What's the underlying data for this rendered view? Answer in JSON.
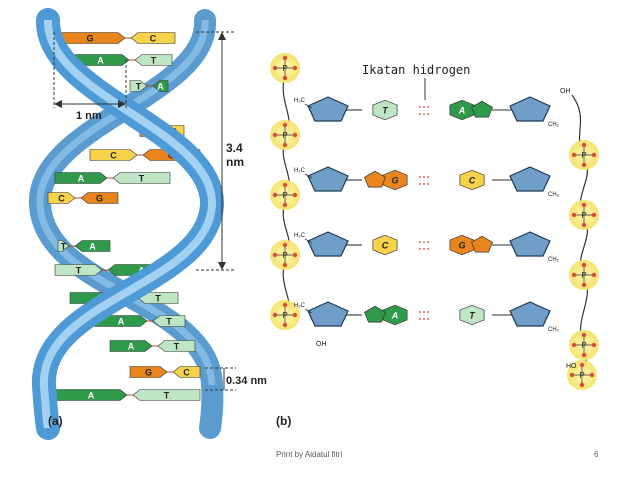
{
  "panel_a": {
    "label": "(a)",
    "width_label": "1 nm",
    "pitch_label_top": "3.4",
    "pitch_label_bottom": "nm",
    "rise_label": "0.34 nm",
    "pairs": [
      {
        "left": "G",
        "right": "C"
      },
      {
        "left": "A",
        "right": "T"
      },
      {
        "left": "T",
        "right": "A"
      },
      {
        "left": "G",
        "right": "C"
      },
      {
        "left": "C",
        "right": "G"
      },
      {
        "left": "A",
        "right": "T"
      },
      {
        "left": "C",
        "right": "G"
      },
      {
        "left": "T",
        "right": "A"
      },
      {
        "left": "T",
        "right": "A"
      },
      {
        "left": "A",
        "right": "T"
      },
      {
        "left": "A",
        "right": "T"
      },
      {
        "left": "A",
        "right": "T"
      },
      {
        "left": "G",
        "right": "C"
      },
      {
        "left": "A",
        "right": "T"
      }
    ]
  },
  "panel_b": {
    "label": "(b)",
    "hbond_label": "Ikatan hidrogen",
    "rows": [
      {
        "left": "T",
        "right": "A"
      },
      {
        "left": "G",
        "right": "C"
      },
      {
        "left": "C",
        "right": "G"
      },
      {
        "left": "A",
        "right": "T"
      }
    ],
    "phosphate_P": "P",
    "phosphate_O": "O",
    "oh": "OH",
    "ho": "HO",
    "h2c": "H₂C",
    "ch2": "CH₂"
  },
  "footer": {
    "text": "Print by Aidatul fitri",
    "page": "6"
  },
  "colors": {
    "G": "#e8861d",
    "C": "#f6d34a",
    "A": "#2f9b4a",
    "T": "#bfe6c4",
    "backbone": "#5fa7d9",
    "sugar": "#6f9fc9"
  }
}
